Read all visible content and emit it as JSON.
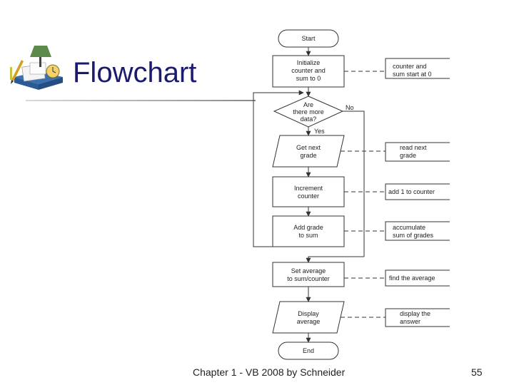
{
  "slide": {
    "title": "Flowchart",
    "footer": "Chapter 1 - VB 2008 by Schneider",
    "page_number": "55"
  },
  "flowchart": {
    "start": "Start",
    "init": [
      "Initialize",
      "counter and",
      "sum to 0"
    ],
    "decision": [
      "Are",
      "there more",
      "data?"
    ],
    "no_label": "No",
    "yes_label": "Yes",
    "get": [
      "Get next",
      "grade"
    ],
    "increment": [
      "Increment",
      "counter"
    ],
    "add": [
      "Add grade",
      "to sum"
    ],
    "average": [
      "Set average",
      "to sum/counter"
    ],
    "display": [
      "Display",
      "average"
    ],
    "end": "End",
    "notes": {
      "init": [
        "counter and",
        "sum start at 0"
      ],
      "get": [
        "read next",
        "grade"
      ],
      "increment": [
        "add 1 to counter"
      ],
      "add": [
        "accumulate",
        "sum of grades"
      ],
      "average": [
        "find the average"
      ],
      "display": [
        "display the",
        "answer"
      ]
    }
  },
  "colors": {
    "title": "#1a1a6e",
    "lines": "#333333",
    "shape_fill": "#ffffff"
  }
}
